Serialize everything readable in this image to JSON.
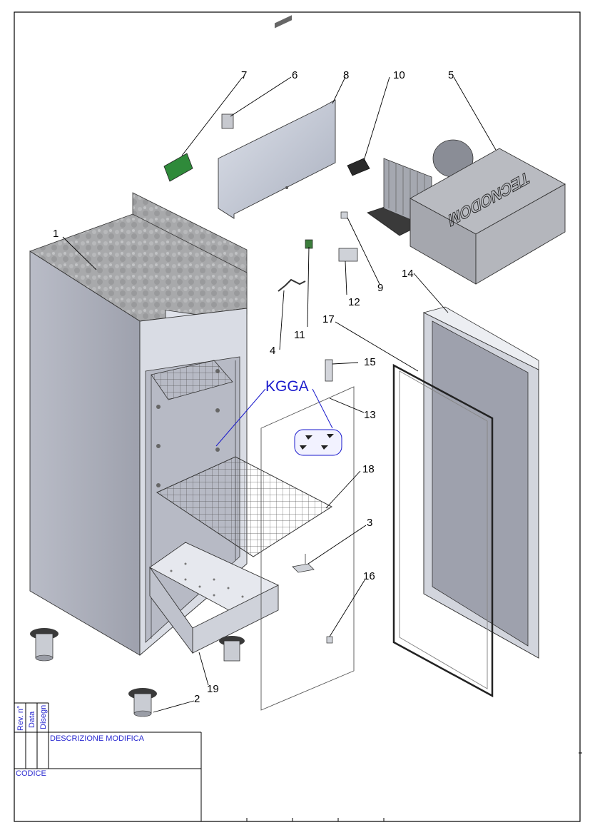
{
  "drawing": {
    "brand_text": "TECNODOM",
    "callouts": [
      "1",
      "2",
      "3",
      "4",
      "5",
      "6",
      "7",
      "8",
      "9",
      "10",
      "11",
      "12",
      "13",
      "14",
      "15",
      "16",
      "17",
      "18",
      "19"
    ],
    "note_label": "KGGA"
  },
  "title_block": {
    "rev_header": "Rev. n°",
    "date_header": "Data",
    "drawn_header": "Disegn",
    "description_header": "DESCRIZIONE MODIFICA",
    "code_label": "CODICE"
  },
  "colors": {
    "note_blue": "#1a1acc",
    "title_block_blue": "#2a2ad0",
    "steel_gray": "#a9acb6",
    "panel_light": "#c9ccd6",
    "board_green": "#2f8a3a"
  }
}
